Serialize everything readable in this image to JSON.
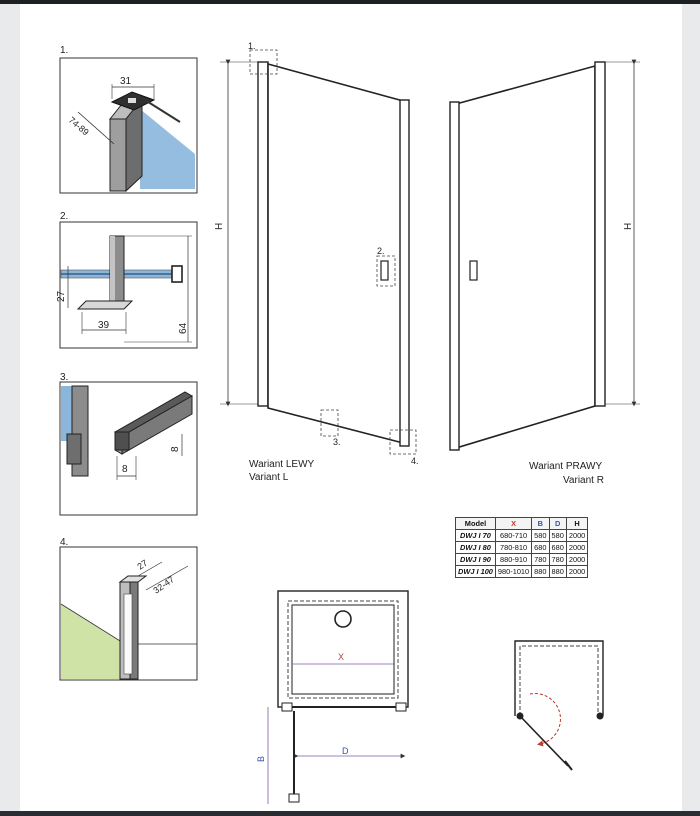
{
  "details": [
    {
      "num": "1.",
      "dims": [
        "31",
        "74-89"
      ]
    },
    {
      "num": "2.",
      "dims": [
        "27",
        "39",
        "64"
      ]
    },
    {
      "num": "3.",
      "dims": [
        "8",
        "8"
      ]
    },
    {
      "num": "4.",
      "dims": [
        "27",
        "32-47"
      ]
    }
  ],
  "variant_left": {
    "line1": "Wariant LEWY",
    "line2": "Variant L"
  },
  "variant_right": {
    "line1": "Wariant PRAWY",
    "line2": "Variant R"
  },
  "callouts": [
    "1.",
    "2.",
    "3.",
    "4."
  ],
  "dimension_h": "H",
  "plan_labels": {
    "x": "X",
    "b": "B",
    "d": "D"
  },
  "table": {
    "headers": [
      "Model",
      "X",
      "B",
      "D",
      "H"
    ],
    "header_colors": [
      "#111111",
      "#c0392b",
      "#3a4fb0",
      "#3a4fb0",
      "#111111"
    ],
    "rows": [
      [
        "DWJ I 70",
        "680-710",
        "580",
        "580",
        "2000"
      ],
      [
        "DWJ I 80",
        "780-810",
        "680",
        "680",
        "2000"
      ],
      [
        "DWJ I 90",
        "880-910",
        "780",
        "780",
        "2000"
      ],
      [
        "DWJ I 100",
        "980-1010",
        "880",
        "880",
        "2000"
      ]
    ]
  },
  "colors": {
    "glass": "#8ab6dc",
    "wall": "#cfe3a6",
    "accent": "#c0392b",
    "dim_purple": "#7b5ea7"
  }
}
